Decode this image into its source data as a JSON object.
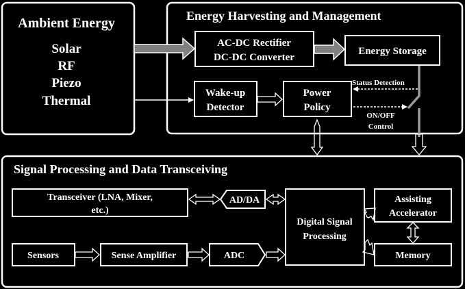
{
  "ambient": {
    "title": "Ambient Energy",
    "sources": [
      "Solar",
      "RF",
      "Piezo",
      "Thermal"
    ]
  },
  "harvest": {
    "title": "Energy Harvesting and Management",
    "rectifier_line1": "AC-DC Rectifier",
    "rectifier_line2": "DC-DC Converter",
    "storage": "Energy Storage",
    "wakeup_line1": "Wake-up",
    "wakeup_line2": "Detector",
    "policy_line1": "Power",
    "policy_line2": "Policy",
    "status_detection": "Status Detection",
    "onoff_line1": "ON/OFF",
    "onoff_line2": "Control"
  },
  "processing": {
    "title": "Signal Processing and Data Transceiving",
    "transceiver_line1": "Transceiver (LNA, Mixer,",
    "transceiver_line2": "etc.)",
    "addа": "",
    "adda": "AD/DA",
    "dsp_line1": "Digital Signal",
    "dsp_line2": "Processing",
    "accel_line1": "Assisting",
    "accel_line2": "Accelerator",
    "memory": "Memory",
    "sensors": "Sensors",
    "sense_amp": "Sense Amplifier",
    "adc": "ADC"
  },
  "colors": {
    "background": "#000000",
    "line": "#ffffff",
    "arrow_fill": "#808080"
  }
}
